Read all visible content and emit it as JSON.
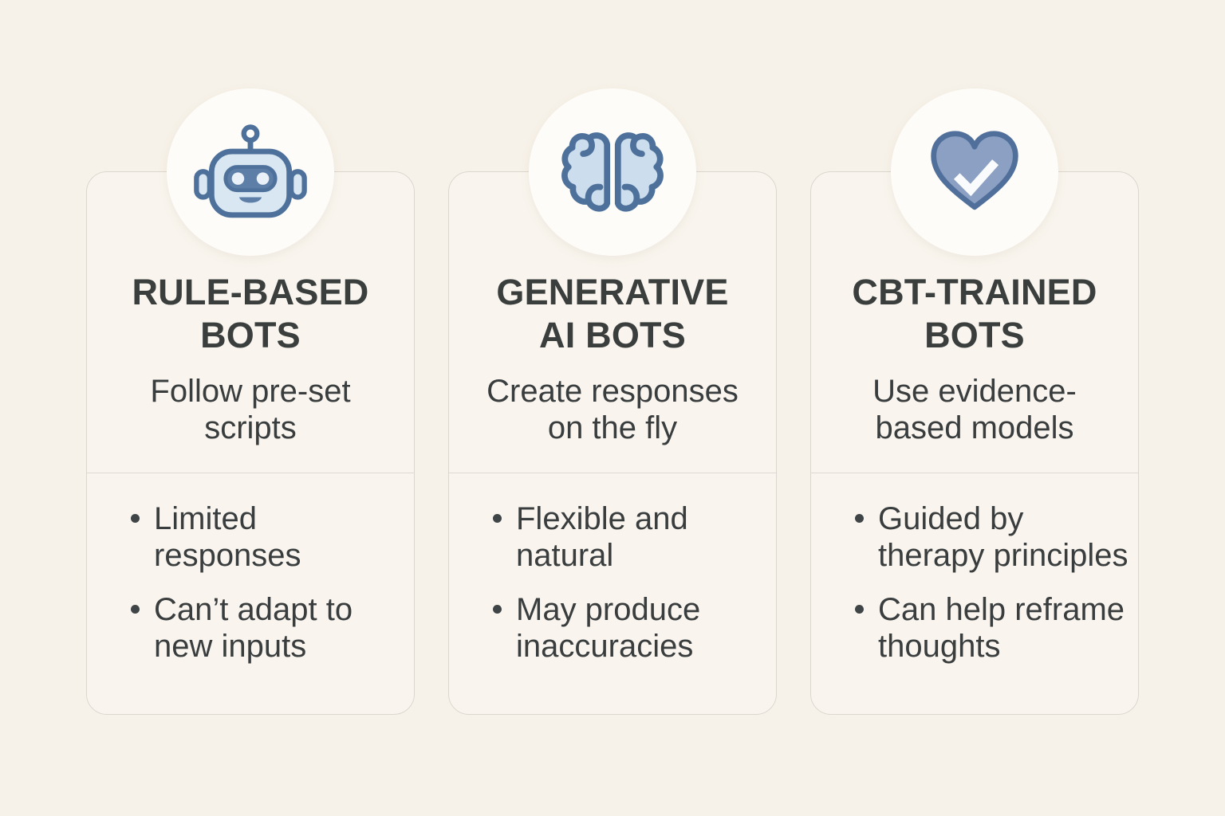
{
  "canvas": {
    "background_color": "#f7f2e9",
    "card_background_color": "#f9f5ee",
    "card_border_color": "#dbd7cf",
    "divider_color": "#ddd9d1",
    "title_color": "#3a3e3d",
    "body_text_color": "#393d3e"
  },
  "icon_colors": {
    "stroke_blue": "#4e719c",
    "light_blue_fill": "#d9e7f3",
    "medium_blue_fill": "#5d7ea6",
    "heart_fill": "#8ba0c2",
    "checkmark_white": "#fafbfc",
    "circle_background": "#fdfcf8"
  },
  "cards": [
    {
      "icon": "robot-icon",
      "title": "RULE-BASED BOTS",
      "subtitle": "Follow pre-set scripts",
      "bullets": [
        "Limited responses",
        "Can’t adapt to new inputs"
      ]
    },
    {
      "icon": "brain-icon",
      "title": "GENERATIVE AI BOTS",
      "subtitle": "Create responses on the fly",
      "bullets": [
        "Flexible and natural",
        "May produce inaccuracies"
      ]
    },
    {
      "icon": "heart-check-icon",
      "title": "CBT-TRAINED BOTS",
      "subtitle": "Use evidence-based models",
      "bullets": [
        "Guided by therapy principles",
        "Can help reframe thoughts"
      ]
    }
  ]
}
